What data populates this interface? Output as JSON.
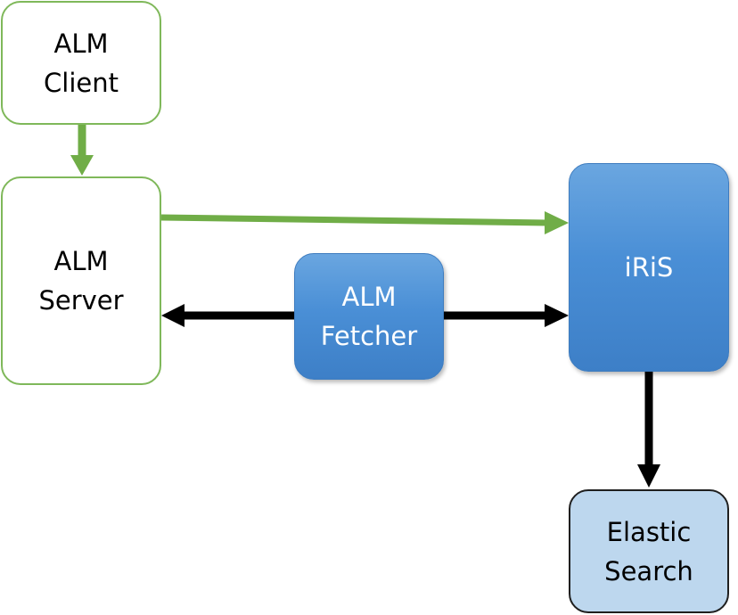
{
  "nodes": {
    "alm_client": {
      "line1": "ALM",
      "line2": "Client"
    },
    "alm_server": {
      "line1": "ALM",
      "line2": "Server"
    },
    "alm_fetcher": {
      "line1": "ALM",
      "line2": "Fetcher"
    },
    "iris": {
      "line1": "iRiS"
    },
    "elastic_search": {
      "line1": "Elastic",
      "line2": "Search"
    }
  },
  "colors": {
    "green_arrow": "#70ad47",
    "green_border": "#7fb85a",
    "black_arrow": "#000000",
    "blue_fill": "#4a8fd6",
    "light_blue_fill": "#bdd7ee"
  }
}
